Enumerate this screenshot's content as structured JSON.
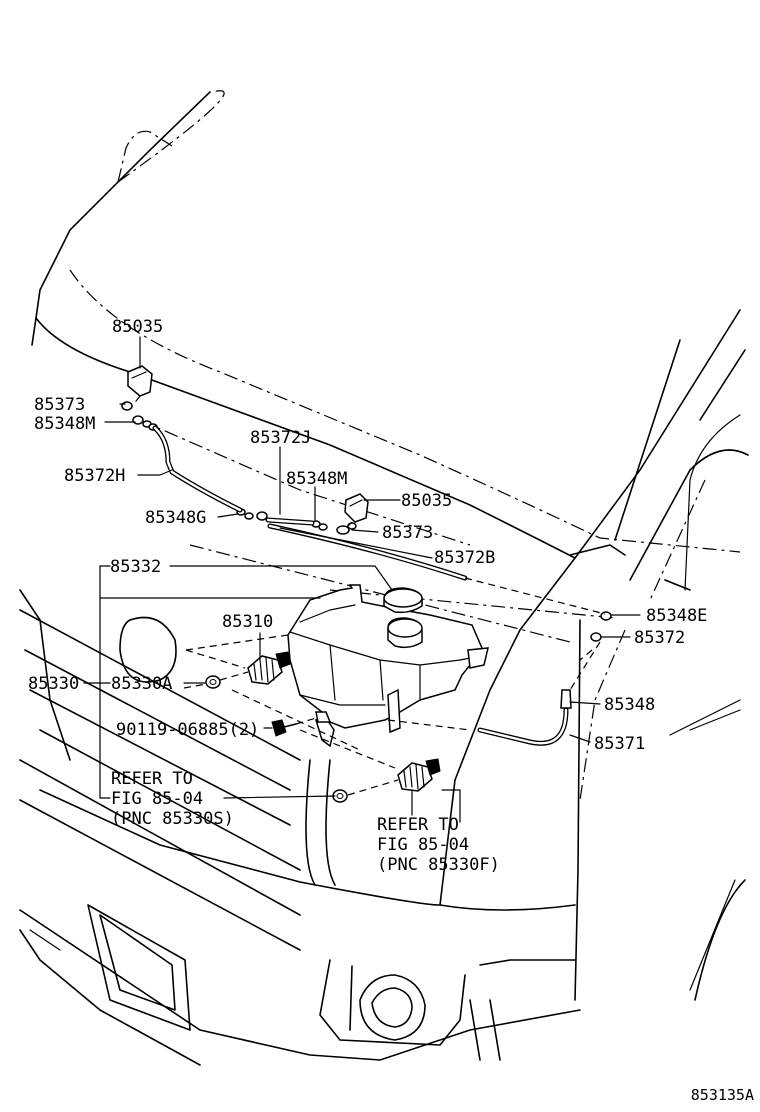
{
  "diagram_code": "853135A",
  "callouts": {
    "p85035_upper": "85035",
    "p85373_upper": "85373",
    "p85348M_upper": "85348M",
    "p85372H": "85372H",
    "p85372J": "85372J",
    "p85348M_mid": "85348M",
    "p85035_mid": "85035",
    "p85348G": "85348G",
    "p85373_mid": "85373",
    "p85372B": "85372B",
    "p85332": "85332",
    "p85348E": "85348E",
    "p85310": "85310",
    "p85372": "85372",
    "p85330": "85330",
    "p85330A": "85330A",
    "p85348": "85348",
    "bolt": "90119-06885(2)",
    "p85371": "85371"
  },
  "notes": {
    "left": [
      "REFER TO",
      "FIG 85-04",
      "(PNC 85330S)"
    ],
    "right": [
      "REFER TO",
      "FIG 85-04",
      "(PNC 85330F)"
    ]
  }
}
